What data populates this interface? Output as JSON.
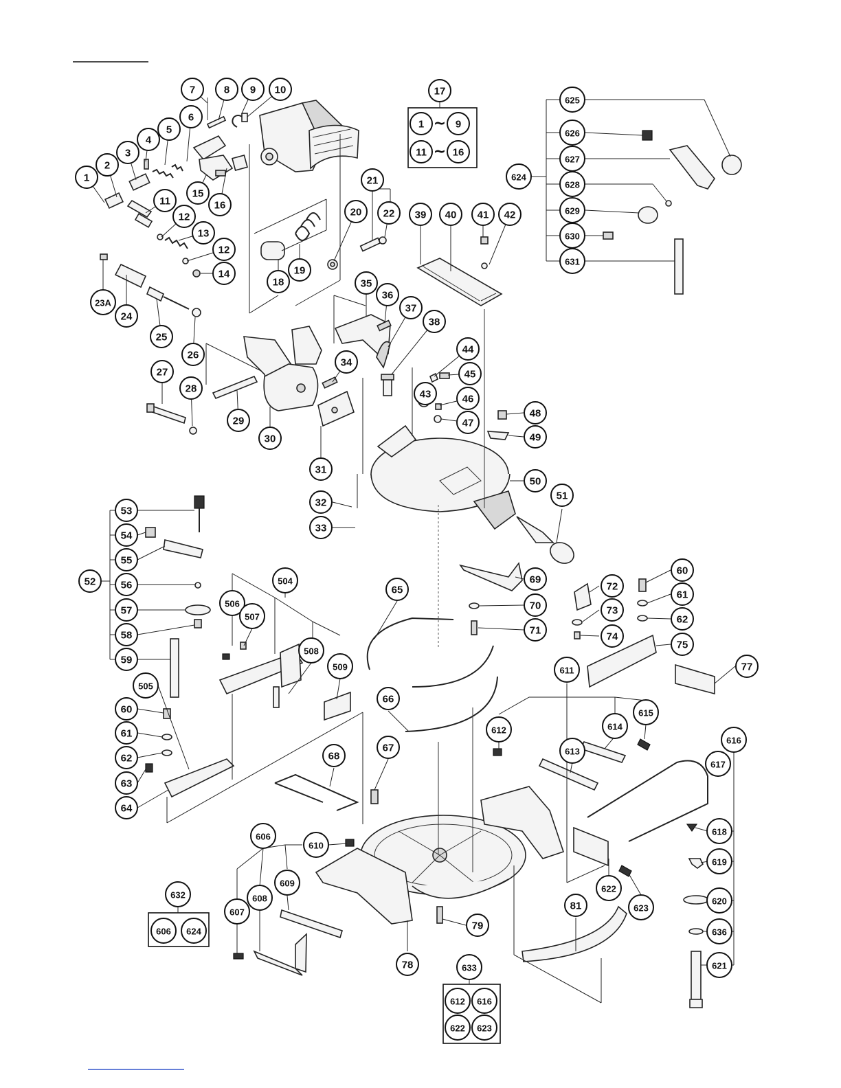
{
  "diagram": {
    "callouts": [
      "1",
      "2",
      "3",
      "4",
      "5",
      "6",
      "7",
      "8",
      "9",
      "10",
      "11",
      "12",
      "12",
      "13",
      "14",
      "15",
      "16",
      "18",
      "19",
      "20",
      "21",
      "22",
      "23A",
      "24",
      "25",
      "26",
      "27",
      "28",
      "29",
      "30",
      "31",
      "32",
      "33",
      "34",
      "35",
      "36",
      "37",
      "38",
      "39",
      "40",
      "41",
      "42",
      "43",
      "44",
      "45",
      "46",
      "47",
      "48",
      "49",
      "50",
      "51",
      "52",
      "53",
      "54",
      "55",
      "56",
      "57",
      "58",
      "59",
      "60",
      "61",
      "62",
      "60",
      "61",
      "62",
      "63",
      "64",
      "65",
      "66",
      "67",
      "68",
      "69",
      "70",
      "71",
      "72",
      "73",
      "74",
      "75",
      "77",
      "78",
      "79",
      "81",
      "504",
      "505",
      "506",
      "507",
      "508",
      "509",
      "606",
      "607",
      "608",
      "609",
      "610",
      "611",
      "612",
      "613",
      "614",
      "615",
      "616",
      "617",
      "618",
      "619",
      "620",
      "621",
      "622",
      "623",
      "624",
      "625",
      "626",
      "627",
      "628",
      "629",
      "630",
      "631",
      "636"
    ],
    "kits": [
      {
        "label": "17",
        "rows": [
          [
            "1",
            "~",
            "9"
          ],
          [
            "11",
            "~",
            "16"
          ]
        ]
      },
      {
        "label": "632",
        "rows": [
          [
            "606",
            "624"
          ]
        ]
      },
      {
        "label": "633",
        "rows": [
          [
            "612",
            "616"
          ],
          [
            "622",
            "623"
          ]
        ]
      }
    ]
  }
}
